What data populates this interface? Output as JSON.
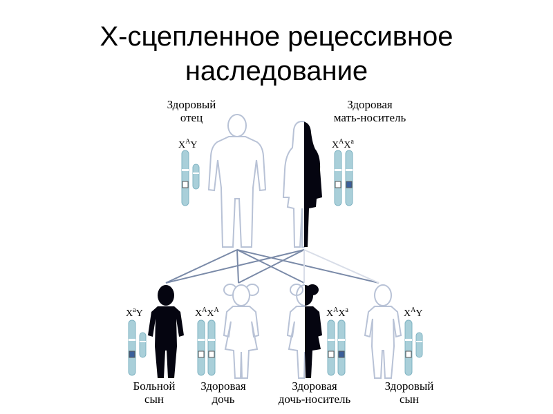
{
  "title": {
    "line1": "X-сцепленное рецессивное",
    "line2": "наследование"
  },
  "colors": {
    "chromosome": "#a9cfd9",
    "chromosome_edge": "#7fb3c2",
    "mutant_band": "#3a5f9a",
    "normal_band": "#ffffff",
    "affected": "#050510",
    "healthy": "#ffffff",
    "outline": "#b8c2d6",
    "line": "#7a8aa8"
  },
  "parents": {
    "father": {
      "label_line1": "Здоровый",
      "label_line2": "отец",
      "allele1": "A",
      "allele2": "",
      "geno_a": "X",
      "geno_b": "Y"
    },
    "mother": {
      "label_line1": "Здоровая",
      "label_line2": "мать-носитель",
      "allele1": "A",
      "allele2": "a",
      "geno_a": "X",
      "geno_b": "X"
    }
  },
  "children": [
    {
      "label_line1": "Больной",
      "label_line2": "сын",
      "allele1": "a",
      "allele2": "",
      "geno_a": "X",
      "geno_b": "Y",
      "status": "affected"
    },
    {
      "label_line1": "Здоровая",
      "label_line2": "дочь",
      "allele1": "A",
      "allele2": "A",
      "geno_a": "X",
      "geno_b": "X",
      "status": "healthy"
    },
    {
      "label_line1": "Здоровая",
      "label_line2": "дочь-носитель",
      "allele1": "A",
      "allele2": "a",
      "geno_a": "X",
      "geno_b": "X",
      "status": "carrier"
    },
    {
      "label_line1": "Здоровый",
      "label_line2": "сын",
      "allele1": "A",
      "allele2": "",
      "geno_a": "X",
      "geno_b": "Y",
      "status": "healthy"
    }
  ]
}
